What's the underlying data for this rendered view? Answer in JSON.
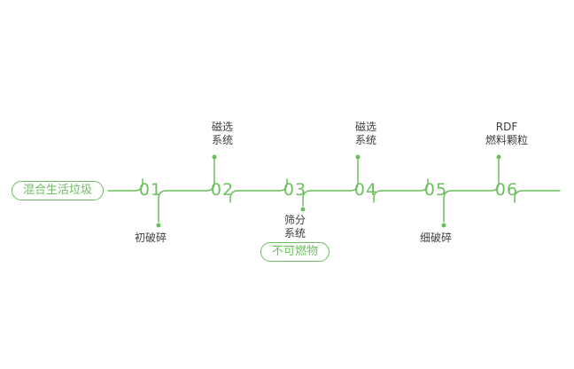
{
  "colors": {
    "accent": "#6cbf5e",
    "label": "#3d3d3d",
    "background": "#ffffff"
  },
  "flow": {
    "source_label": "混合生活垃圾",
    "steps": [
      {
        "num": "01",
        "line1": "初破碎",
        "line2": "",
        "side": "below"
      },
      {
        "num": "02",
        "line1": "磁选",
        "line2": "系统",
        "side": "above"
      },
      {
        "num": "03",
        "line1": "筛分",
        "line2": "系统",
        "side": "below",
        "branch_label": "不可燃物"
      },
      {
        "num": "04",
        "line1": "磁选",
        "line2": "系统",
        "side": "above"
      },
      {
        "num": "05",
        "line1": "细破碎",
        "line2": "",
        "side": "below"
      },
      {
        "num": "06",
        "line1": "RDF",
        "line2": "燃料颗粒",
        "side": "above"
      }
    ]
  }
}
